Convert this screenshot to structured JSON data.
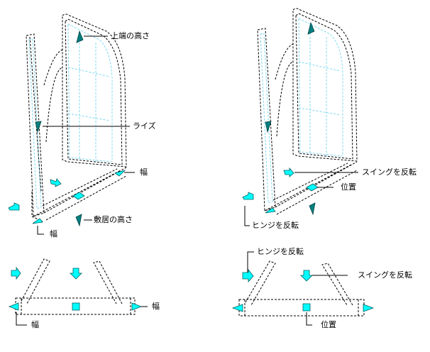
{
  "labels": {
    "top_left": {
      "head_height": "上端の高さ",
      "rise": "ライズ",
      "width_right": "幅",
      "sill_height": "敷居の高さ",
      "width_bottom": "幅"
    },
    "top_right": {
      "flip_swing": "スイングを反転",
      "location": "位置",
      "flip_hinge": "ヒンジを反転"
    },
    "bottom_left": {
      "width_right": "幅",
      "width_left": "幅"
    },
    "bottom_right": {
      "flip_hinge": "ヒンジを反転",
      "flip_swing": "スイングを反転",
      "location": "位置"
    }
  },
  "colors": {
    "grip": "#00ffff",
    "dark_grip": "#008080"
  }
}
